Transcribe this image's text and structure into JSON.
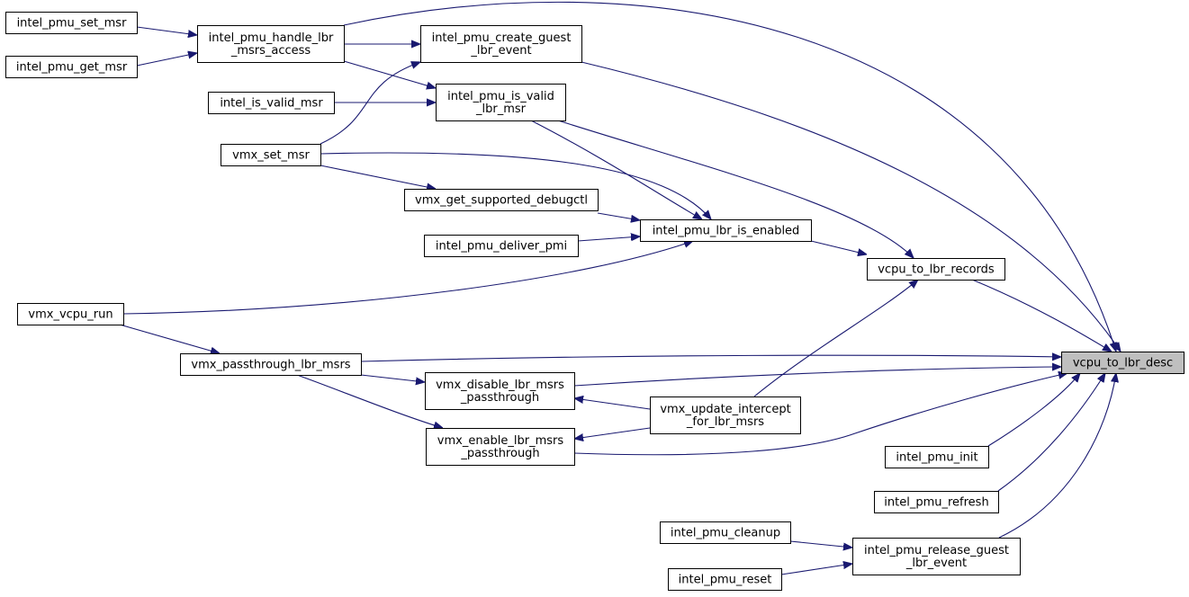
{
  "graph": {
    "edge_color": "#191970",
    "target_fill": "#bfbfbf",
    "nodes": [
      {
        "id": "set_msr",
        "lines": [
          "intel_pmu_set_msr"
        ]
      },
      {
        "id": "get_msr",
        "lines": [
          "intel_pmu_get_msr"
        ]
      },
      {
        "id": "handle_lbr",
        "lines": [
          "intel_pmu_handle_lbr",
          "_msrs_access"
        ]
      },
      {
        "id": "create_guest",
        "lines": [
          "intel_pmu_create_guest",
          "_lbr_event"
        ]
      },
      {
        "id": "is_valid_msr",
        "lines": [
          "intel_is_valid_msr"
        ]
      },
      {
        "id": "is_valid_lbr",
        "lines": [
          "intel_pmu_is_valid",
          "_lbr_msr"
        ]
      },
      {
        "id": "vmx_set_msr",
        "lines": [
          "vmx_set_msr"
        ]
      },
      {
        "id": "get_debugctl",
        "lines": [
          "vmx_get_supported_debugctl"
        ]
      },
      {
        "id": "deliver_pmi",
        "lines": [
          "intel_pmu_deliver_pmi"
        ]
      },
      {
        "id": "lbr_enabled",
        "lines": [
          "intel_pmu_lbr_is_enabled"
        ]
      },
      {
        "id": "lbr_records",
        "lines": [
          "vcpu_to_lbr_records"
        ]
      },
      {
        "id": "vcpu_run",
        "lines": [
          "vmx_vcpu_run"
        ]
      },
      {
        "id": "passthrough",
        "lines": [
          "vmx_passthrough_lbr_msrs"
        ]
      },
      {
        "id": "lbr_desc",
        "lines": [
          "vcpu_to_lbr_desc"
        ],
        "target": true
      },
      {
        "id": "disable_pt",
        "lines": [
          "vmx_disable_lbr_msrs",
          "_passthrough"
        ]
      },
      {
        "id": "update_icpt",
        "lines": [
          "vmx_update_intercept",
          "_for_lbr_msrs"
        ]
      },
      {
        "id": "enable_pt",
        "lines": [
          "vmx_enable_lbr_msrs",
          "_passthrough"
        ]
      },
      {
        "id": "pmu_init",
        "lines": [
          "intel_pmu_init"
        ]
      },
      {
        "id": "pmu_refresh",
        "lines": [
          "intel_pmu_refresh"
        ]
      },
      {
        "id": "pmu_cleanup",
        "lines": [
          "intel_pmu_cleanup"
        ]
      },
      {
        "id": "release_guest",
        "lines": [
          "intel_pmu_release_guest",
          "_lbr_event"
        ]
      },
      {
        "id": "pmu_reset",
        "lines": [
          "intel_pmu_reset"
        ]
      }
    ]
  }
}
